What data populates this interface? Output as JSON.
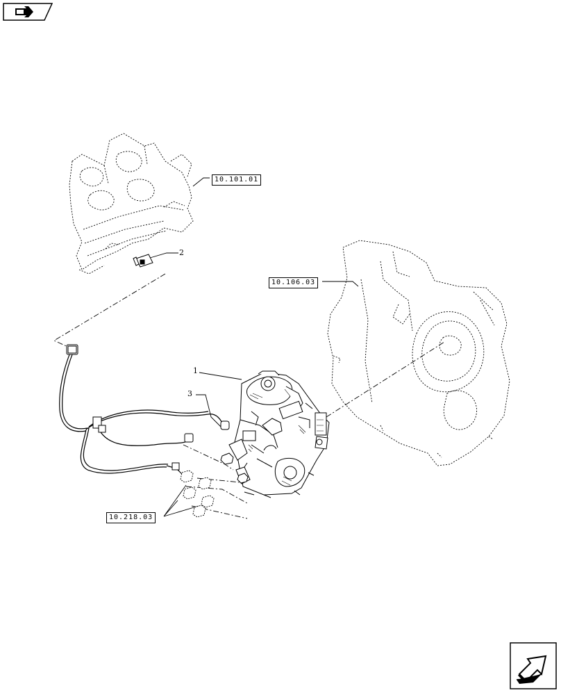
{
  "header": {
    "nav_tab_icon": "arrow-right-hand-icon"
  },
  "references": [
    {
      "id": "ref-engine-block",
      "label": "10.101.01"
    },
    {
      "id": "ref-gear-housing",
      "label": "10.106.03"
    },
    {
      "id": "ref-pump-fittings",
      "label": "10.218.03"
    }
  ],
  "callouts": [
    {
      "id": "callout-1",
      "label": "1"
    },
    {
      "id": "callout-2",
      "label": "2"
    },
    {
      "id": "callout-3",
      "label": "3"
    }
  ],
  "footer": {
    "next_page_icon": "next-page-arrow-icon"
  }
}
